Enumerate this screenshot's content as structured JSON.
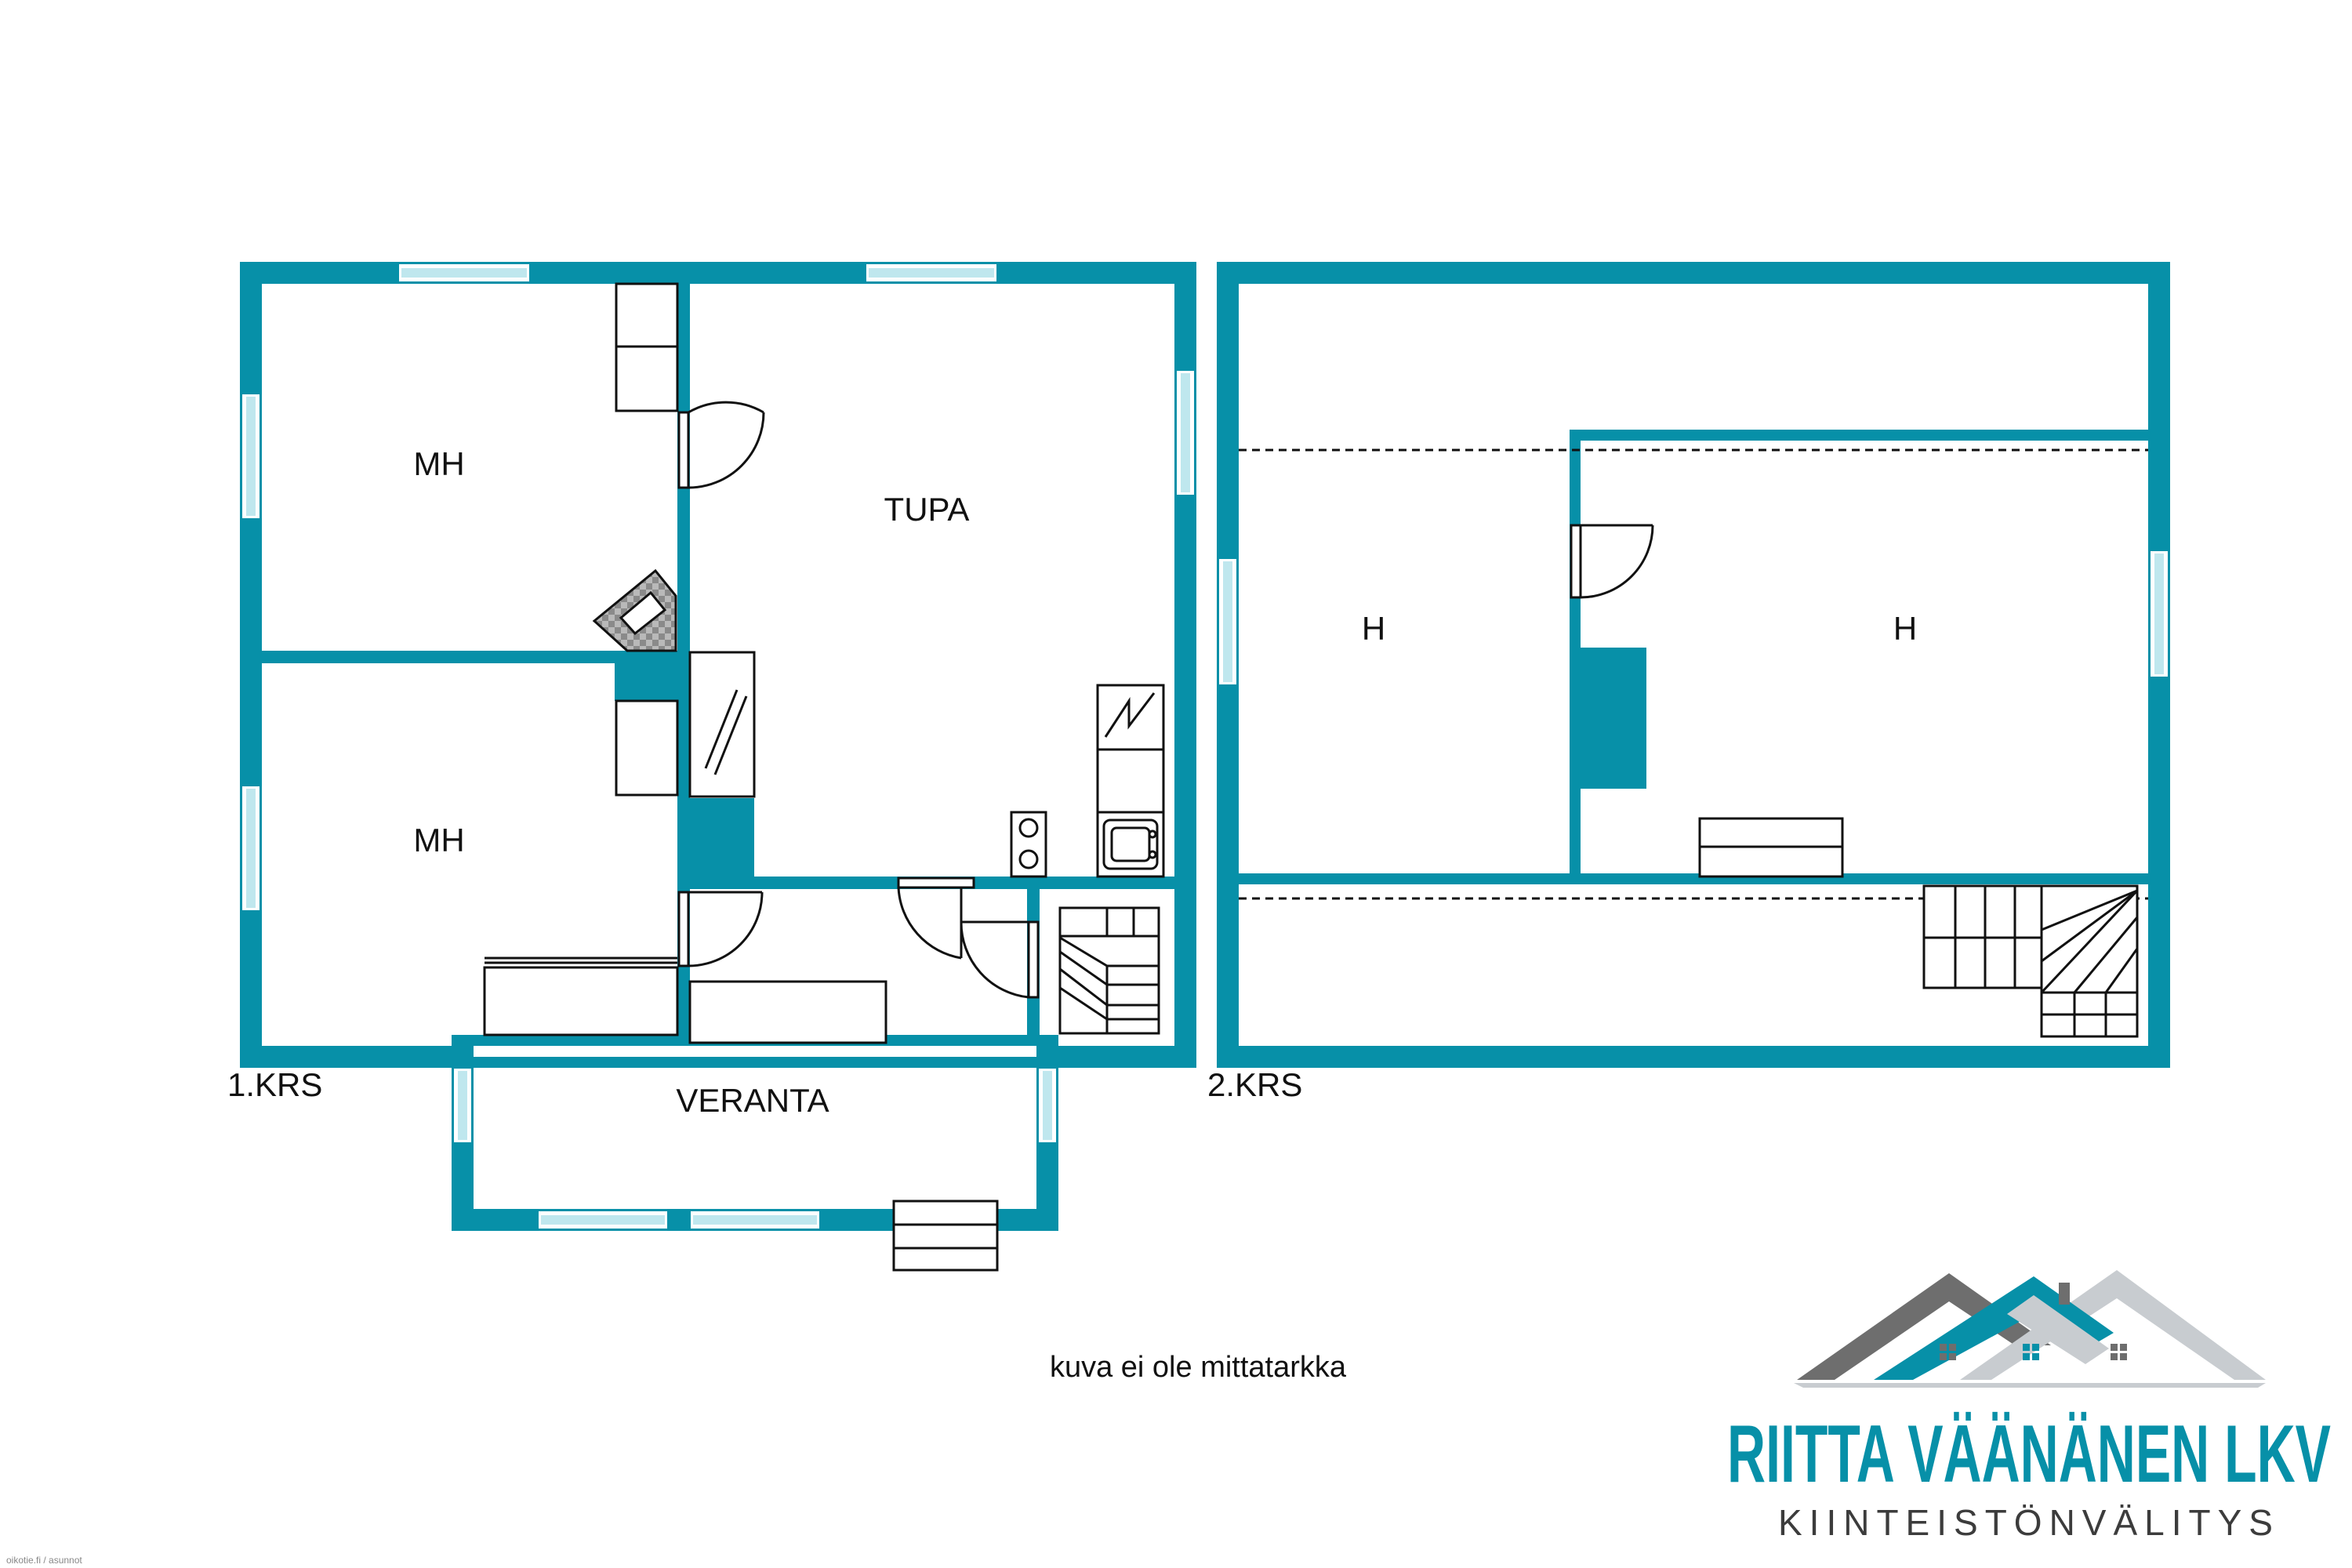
{
  "floor_plan": {
    "first_floor": {
      "label": "1.KRS",
      "rooms": {
        "mh_top": "MH",
        "mh_bottom": "MH",
        "tupa": "TUPA",
        "veranta": "VERANTA"
      }
    },
    "second_floor": {
      "label": "2.KRS",
      "rooms": {
        "h_left": "H",
        "h_right": "H"
      }
    },
    "note": "kuva ei ole mittatarkka"
  },
  "branding": {
    "name": "RIITTA VÄÄNÄNEN LKV",
    "tagline": "KIINTEISTÖNVÄLITYS",
    "watermark": "oikotie.fi / asunnot"
  },
  "colors": {
    "wall": "#0790a8",
    "line": "#111111",
    "window": "#bfe7ee",
    "logo_gray": "#6e6e6e",
    "logo_light": "#c8ccd0"
  }
}
